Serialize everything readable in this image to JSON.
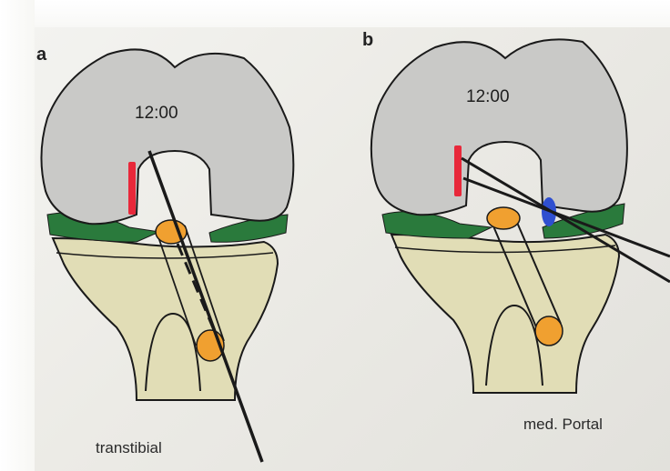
{
  "panels": [
    {
      "letter": "a",
      "clock_label": "12:00",
      "caption": "transtibial"
    },
    {
      "letter": "b",
      "clock_label": "12:00",
      "caption": "med. Portal"
    }
  ],
  "colors": {
    "femur": "#c9c9c7",
    "tibia": "#e1ddb6",
    "meniscus": "#2a7a3c",
    "tunnel": "#f0a030",
    "graft_marker": "#e8283a",
    "instrument": "#2f4fd0",
    "outline": "#1a1a1a"
  }
}
